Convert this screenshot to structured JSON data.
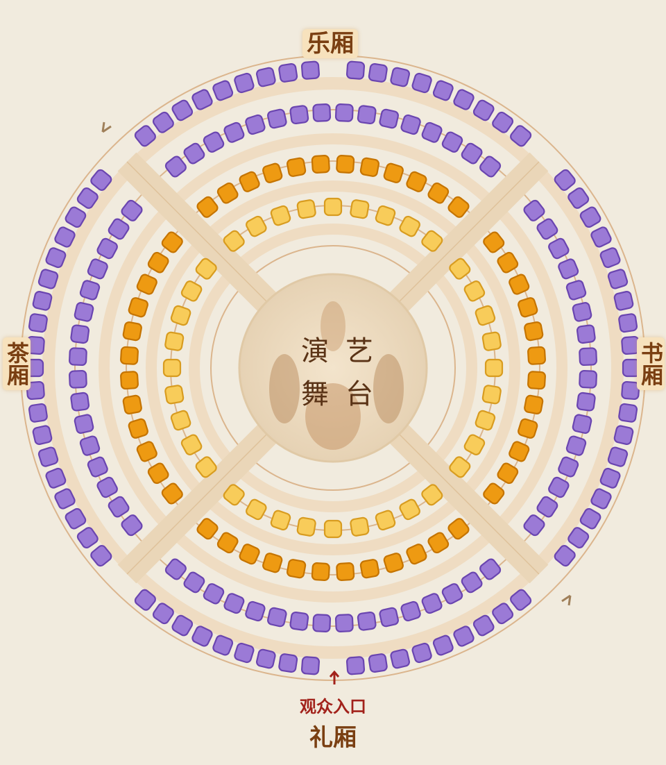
{
  "halls": {
    "top": "乐厢",
    "left": "茶厢",
    "right": "书厢",
    "bottom": "礼厢"
  },
  "stage": {
    "char1": "演",
    "char2": "艺",
    "char3": "舞",
    "char4": "台"
  },
  "entrance": {
    "label": "观众入口"
  },
  "colors": {
    "background": "#f1ebde",
    "ring_line": "#d6a878",
    "walkway": "#efdcc2",
    "seat_purple": "#9b7ad6",
    "seat_purple_edge": "#6a45b0",
    "seat_orange": "#ee9a12",
    "seat_orange_edge": "#c57400",
    "seat_yellow": "#f8cc5a",
    "seat_yellow_edge": "#d89c20",
    "label_text": "#7a3f12",
    "entrance_text": "#a2221b"
  },
  "seat_rows": [
    {
      "tier": "purple",
      "seats_per_quadrant": 19
    },
    {
      "tier": "purple",
      "seats_per_quadrant": 16
    },
    {
      "tier": "orange",
      "seats_per_quadrant": 12
    },
    {
      "tier": "yellow",
      "seats_per_quadrant": 9
    }
  ]
}
